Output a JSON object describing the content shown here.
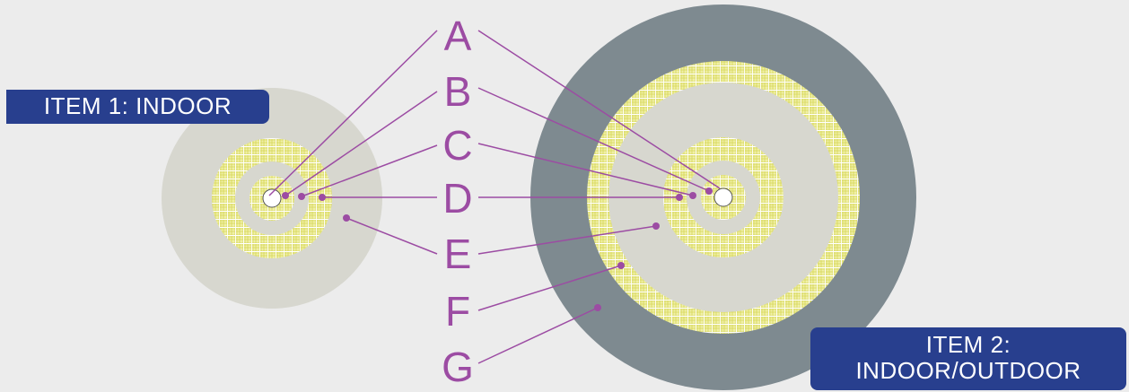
{
  "colors": {
    "background": "#ececec",
    "jacket_light": "#d7d7cf",
    "jacket_dark": "#7e8a90",
    "fiber_ring": "#eeee9a",
    "fiber_mesh": "#d8d860",
    "core": "#ffffff",
    "leader": "#9c4ca3",
    "badge_bg": "#283f8e",
    "badge_text": "#ffffff"
  },
  "items": [
    {
      "line1": "ITEM 1: INDOOR",
      "line2": ""
    },
    {
      "line1": "ITEM 2:",
      "line2": "INDOOR/OUTDOOR"
    }
  ],
  "labels": [
    "A",
    "B",
    "C",
    "D",
    "E",
    "F",
    "G"
  ]
}
